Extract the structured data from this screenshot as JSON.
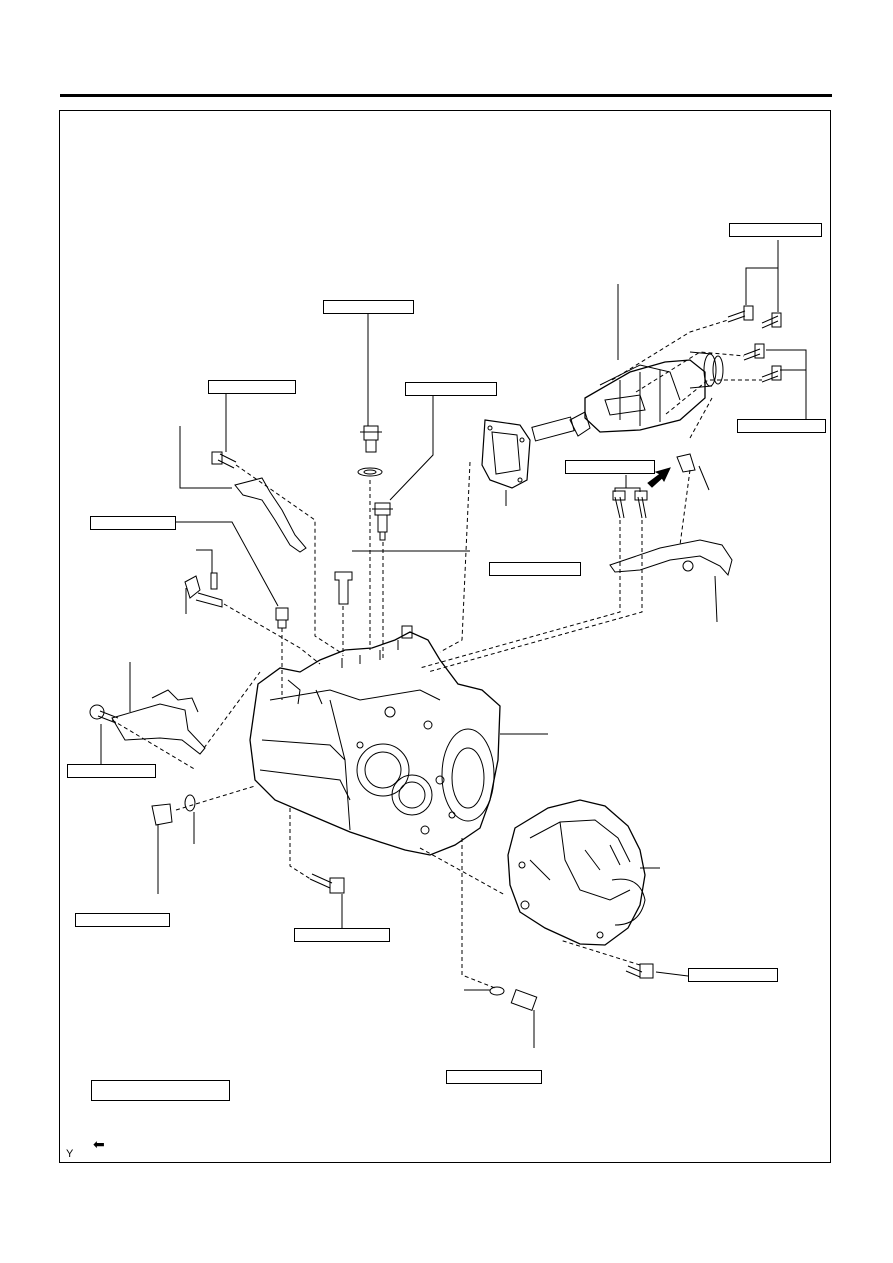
{
  "figure": {
    "id_letter": "Y",
    "legend_arrow_icon": "arrow-left-icon",
    "label_boxes": [
      {
        "name": "label-box-1"
      },
      {
        "name": "label-box-2"
      },
      {
        "name": "label-box-3"
      },
      {
        "name": "label-box-4"
      },
      {
        "name": "label-box-5"
      },
      {
        "name": "label-box-6"
      },
      {
        "name": "label-box-7"
      },
      {
        "name": "label-box-8"
      },
      {
        "name": "label-box-9"
      },
      {
        "name": "label-box-10"
      },
      {
        "name": "label-box-11"
      },
      {
        "name": "label-box-12"
      },
      {
        "name": "label-box-13"
      },
      {
        "name": "label-box-14"
      },
      {
        "name": "label-box-15"
      }
    ]
  }
}
